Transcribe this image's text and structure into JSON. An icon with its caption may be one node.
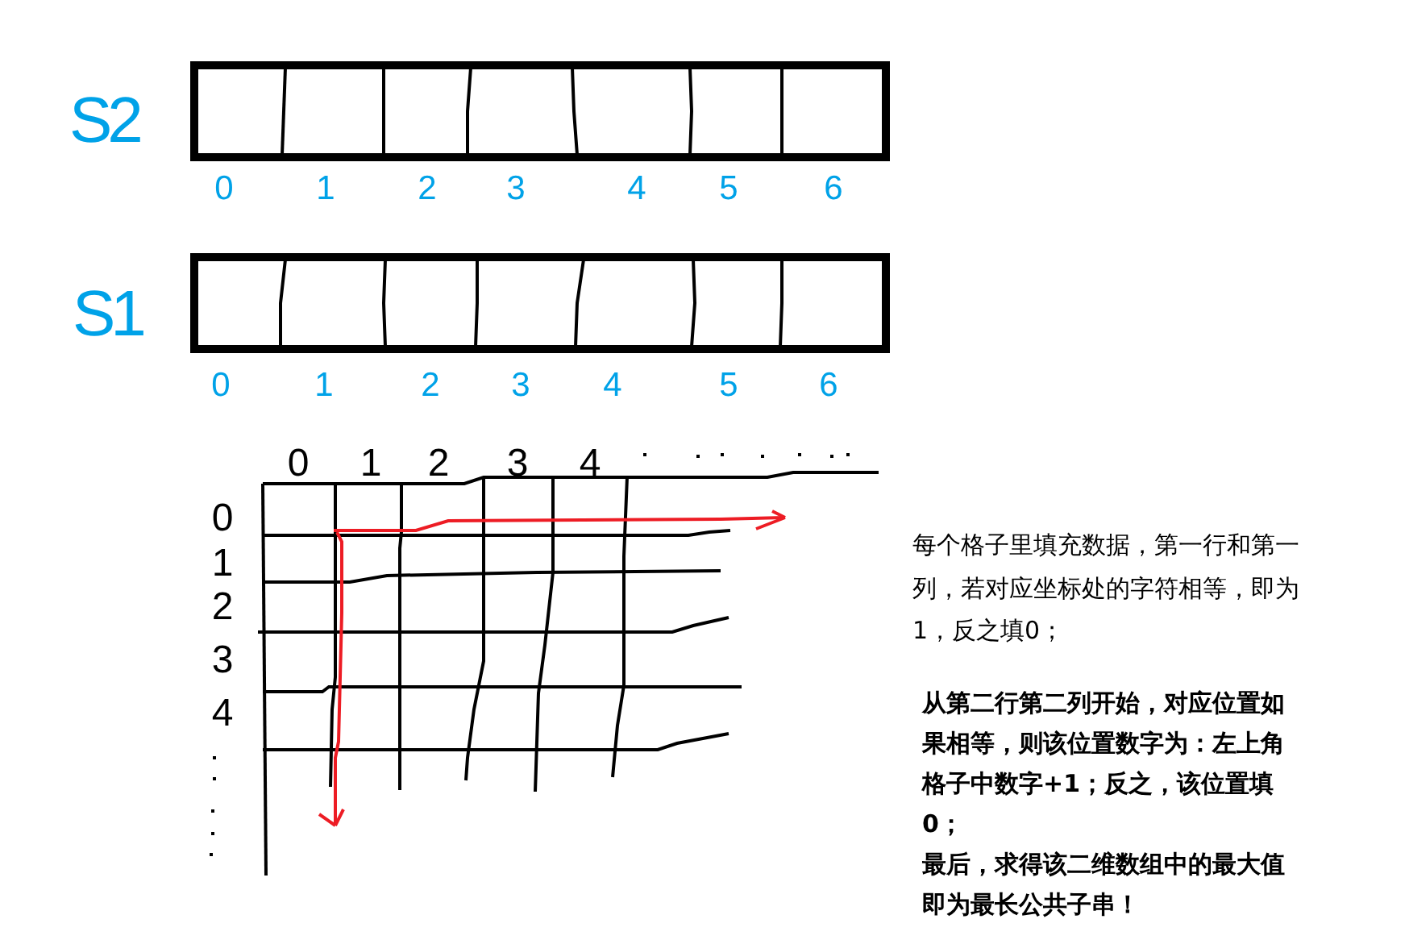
{
  "diagram": {
    "nodes": [
      {
        "text": [
          "S2"
        ],
        "beside": [
          "0",
          "1",
          "2",
          "3",
          "4",
          "5",
          "6"
        ]
      },
      {
        "text": [
          "S1"
        ],
        "beside": [
          "0",
          "1",
          "2",
          "3",
          "4",
          "5",
          "6"
        ]
      }
    ],
    "labels": [
      "0",
      "1",
      "2",
      "3",
      "4",
      "0",
      "1",
      "2",
      "3",
      "4",
      "每个格子里填充数据，第一行和第一列，若对应坐标处的字符相等，即为1，反之填0；",
      "从第二行第二列开始，对应位置如果相等，则该位置数字为：左上角格子中数字+1；反之，该位置填0；",
      "最后，求得该二维数组中的最大值即为最长公共子串！"
    ]
  }
}
